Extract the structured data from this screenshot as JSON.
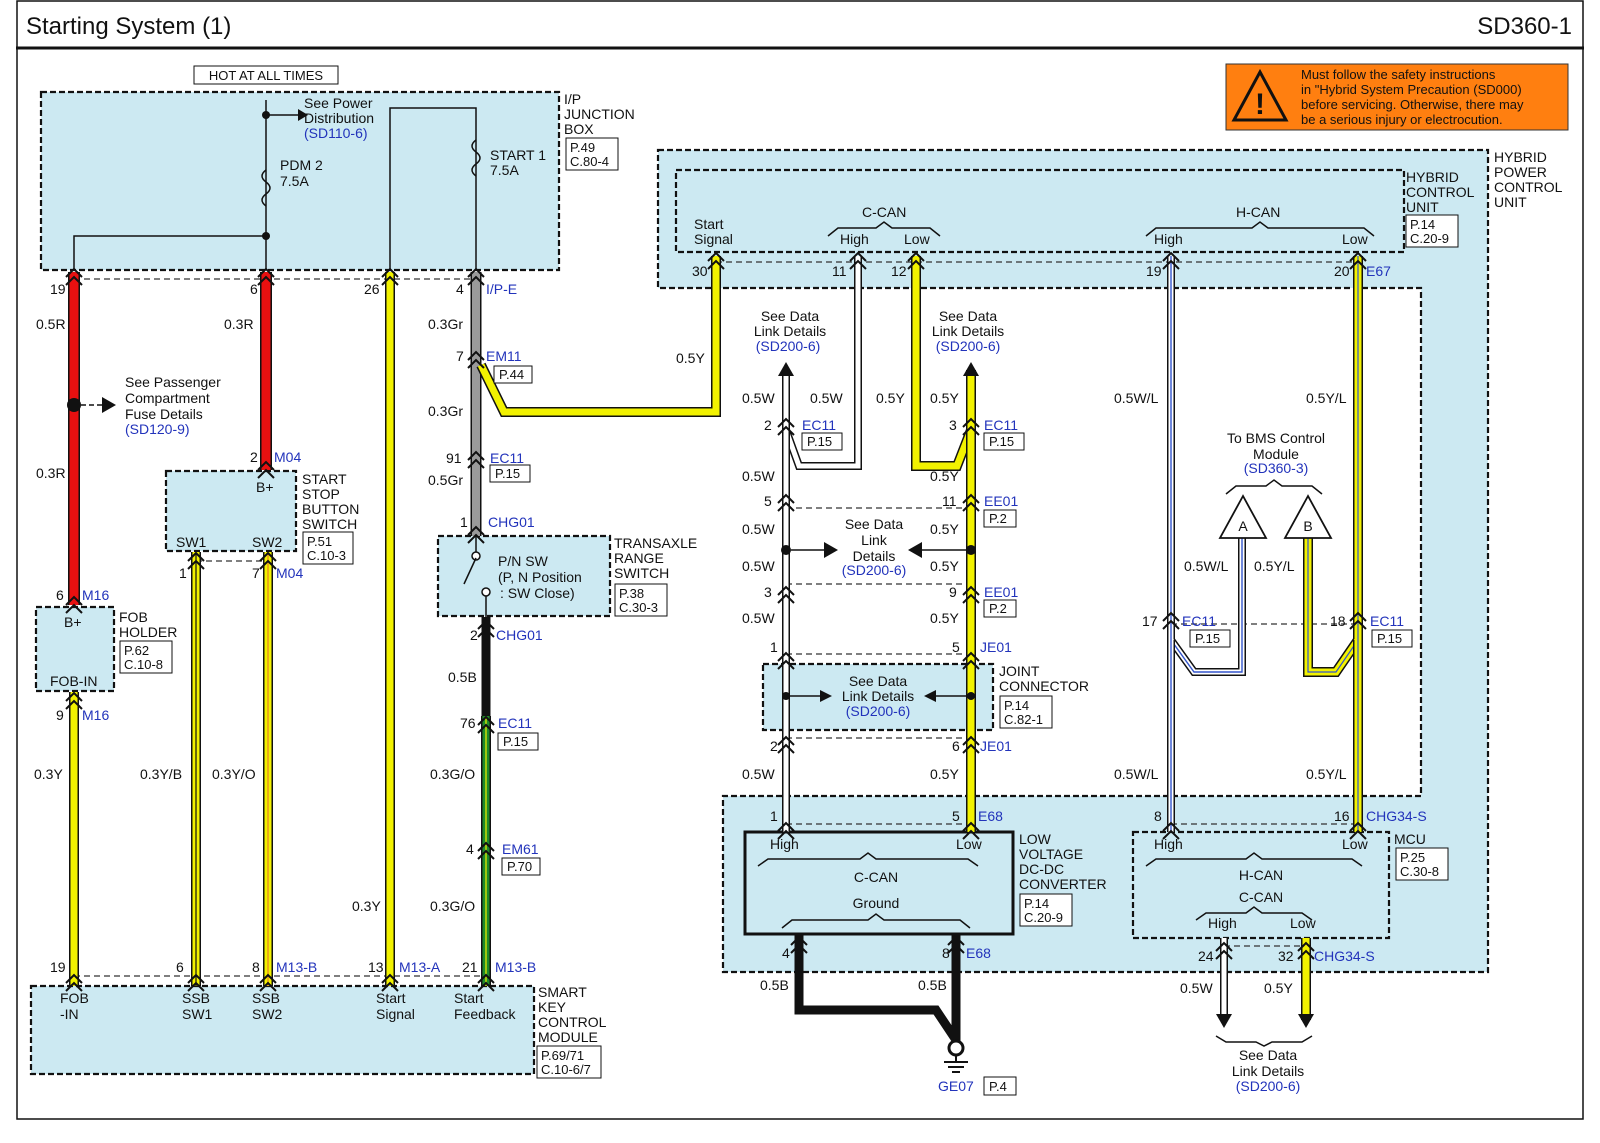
{
  "header": {
    "title": "Starting System    (1)",
    "code": "SD360-1"
  },
  "warning": {
    "lines": [
      "Must follow the safety instructions",
      "in \"Hybrid System Precaution (SD000)",
      "before servicing. Otherwise, there may",
      "be a serious injury or electrocution."
    ]
  },
  "colors": {
    "wire_red": "#e81010",
    "wire_yellow": "#f2f200",
    "wire_gray": "#9a9a9a",
    "wire_black": "#111111",
    "wire_green": "#1e8a2a",
    "wire_white": "#ffffff",
    "wire_blue": "#3355cc",
    "module_fill": "#cce9f2",
    "warning_fill": "#ff7f10",
    "link_blue": "#2233bb"
  },
  "ipjb": {
    "hot": "HOT AT ALL TIMES",
    "name": [
      "I/P",
      "JUNCTION",
      "BOX"
    ],
    "ref": [
      "P.49",
      "C.80-4"
    ],
    "see_power": [
      "See Power",
      "Distribution"
    ],
    "see_power_link": "(SD110-6)",
    "pdm": [
      "PDM 2",
      "7.5A"
    ],
    "start": [
      "START 1",
      "7.5A"
    ]
  },
  "pins_top": {
    "p19": "19",
    "p6": "6",
    "p26": "26",
    "p4": "4",
    "conn": "I/P-E"
  },
  "wires": {
    "r05": "0.5R",
    "r03a": "0.3R",
    "r03b": "0.3R",
    "gr03a": "0.3Gr",
    "gr03b": "0.3Gr",
    "gr05": "0.5Gr",
    "y03a": "0.3Y",
    "yb03": "0.3Y/B",
    "yo03": "0.3Y/O",
    "y03b": "0.3Y",
    "b05": "0.5B",
    "go03a": "0.3G/O",
    "go03b": "0.3G/O",
    "y05start": "0.5Y"
  },
  "fuse_details": {
    "lines": [
      "See Passenger",
      "Compartment",
      "Fuse Details"
    ],
    "link": "(SD120-9)"
  },
  "start_switch": {
    "name": [
      "START",
      "STOP",
      "BUTTON",
      "SWITCH"
    ],
    "ref": [
      "P.51",
      "C.10-3"
    ],
    "bplus": "B+",
    "sw1": "SW1",
    "sw2": "SW2",
    "pin2": "2",
    "conn_top": "M04",
    "pin1": "1",
    "pin7": "7",
    "conn_bottom": "M04"
  },
  "fob": {
    "name": [
      "FOB",
      "HOLDER"
    ],
    "ref": [
      "P.62",
      "C.10-8"
    ],
    "bplus": "B+",
    "fobin": "FOB-IN",
    "pin6": "6",
    "conn_top": "M16",
    "pin9": "9",
    "conn_bottom": "M16"
  },
  "connectors": {
    "em11": "EM11",
    "em11_pin": "7",
    "em11_ref": "P.44",
    "ec11a": "EC11",
    "ec11a_pin": "91",
    "ec11a_ref": "P.15",
    "chg01_pin1": "1",
    "chg01a": "CHG01",
    "chg01_pin2": "2",
    "chg01b": "CHG01",
    "ec11b": "EC11",
    "ec11b_pin": "76",
    "ec11b_ref": "P.15",
    "em61": "EM61",
    "em61_pin": "4",
    "em61_ref": "P.70"
  },
  "trs": {
    "name": [
      "TRANSAXLE",
      "RANGE",
      "SWITCH"
    ],
    "ref": [
      "P.38",
      "C.30-3"
    ],
    "sw": [
      "P/N SW",
      "(P, N Position",
      ": SW Close)"
    ]
  },
  "skm": {
    "name": [
      "SMART",
      "KEY",
      "CONTROL",
      "MODULE"
    ],
    "ref": [
      "P.69/71",
      "C.10-6/7"
    ],
    "pins": [
      "19",
      "6",
      "8",
      "13",
      "21"
    ],
    "conns": [
      "M13-B",
      "M13-A",
      "M13-B"
    ],
    "labels": [
      [
        "FOB",
        "-IN"
      ],
      [
        "SSB",
        "SW1"
      ],
      [
        "SSB",
        "SW2"
      ],
      [
        "Start",
        "Signal"
      ],
      [
        "Start",
        "Feedback"
      ]
    ]
  },
  "hpcu": {
    "outer": [
      "HYBRID",
      "POWER",
      "CONTROL",
      "UNIT"
    ],
    "inner": [
      "HYBRID",
      "CONTROL",
      "UNIT"
    ],
    "ref": [
      "P.14",
      "C.20-9"
    ],
    "start_signal": [
      "Start",
      "Signal"
    ],
    "ccan": "C-CAN",
    "hcan": "H-CAN",
    "high": "High",
    "low": "Low",
    "pins": [
      "30",
      "11",
      "12",
      "19",
      "20"
    ],
    "conn": "E67"
  },
  "datalink": {
    "see": [
      "See Data",
      "Link Details"
    ],
    "link": "(SD200-6)",
    "mid": [
      "See Data",
      "Link",
      "Details"
    ]
  },
  "ccan_wires": {
    "w1": "0.5W",
    "w2": "0.5W",
    "y1": "0.5Y",
    "y2": "0.5Y",
    "w3": "0.5W",
    "y3": "0.5Y",
    "w4": "0.5W",
    "y4": "0.5Y",
    "w5": "0.5W",
    "y5": "0.5Y",
    "w6": "0.5W",
    "y6": "0.5Y",
    "w7": "0.5W",
    "y7": "0.5Y"
  },
  "ccan_conns": {
    "ec11l_pin": "2",
    "ec11l": "EC11",
    "ec11l_ref": "P.15",
    "ec11r_pin": "3",
    "ec11r": "EC11",
    "ec11r_ref": "P.15",
    "ee01a_l": "5",
    "ee01a_r": "11",
    "ee01a": "EE01",
    "ee01a_ref": "P.2",
    "ee01b_l": "3",
    "ee01b_r": "9",
    "ee01b": "EE01",
    "ee01b_ref": "P.2",
    "je01a_l": "1",
    "je01a_r": "5",
    "je01a": "JE01",
    "je01b_l": "2",
    "je01b_r": "6",
    "je01b": "JE01"
  },
  "joint": {
    "name": [
      "JOINT",
      "CONNECTOR"
    ],
    "ref": [
      "P.14",
      "C.82-1"
    ]
  },
  "ldc": {
    "name": [
      "LOW",
      "VOLTAGE",
      "DC-DC",
      "CONVERTER"
    ],
    "ref": [
      "P.14",
      "C.20-9"
    ],
    "high": "High",
    "low": "Low",
    "ccan": "C-CAN",
    "ground": "Ground",
    "pin1": "1",
    "pin5": "5",
    "conn": "E68",
    "pin4": "4",
    "pin8": "8",
    "conn_b": "E68",
    "b1": "0.5B",
    "b2": "0.5B"
  },
  "ground": {
    "name": "GE07",
    "ref": "P.4"
  },
  "hcan_wires": {
    "wl1": "0.5W/L",
    "yl1": "0.5Y/L",
    "wl2": "0.5W/L",
    "yl2": "0.5Y/L",
    "wl3": "0.5W/L",
    "yl3": "0.5Y/L"
  },
  "hcan_conns": {
    "p17": "17",
    "ec11a": "EC11",
    "ec11a_ref": "P.15",
    "p18": "18",
    "ec11b": "EC11",
    "ec11b_ref": "P.15"
  },
  "bms": {
    "lines": [
      "To BMS Control",
      "Module"
    ],
    "link": "(SD360-3)",
    "a": "A",
    "b": "B"
  },
  "mcu": {
    "name": "MCU",
    "ref": [
      "P.25",
      "C.30-8"
    ],
    "high": "High",
    "low": "Low",
    "hcan": "H-CAN",
    "ccan": "C-CAN",
    "high2": "High",
    "low2": "Low",
    "pin8": "8",
    "pin16": "16",
    "conn": "CHG34-S",
    "pin24": "24",
    "pin32": "32",
    "conn_b": "CHG34-S",
    "w": "0.5W",
    "y": "0.5Y"
  },
  "bottom_link": {
    "lines": [
      "See Data",
      "Link Details"
    ],
    "link": "(SD200-6)"
  }
}
